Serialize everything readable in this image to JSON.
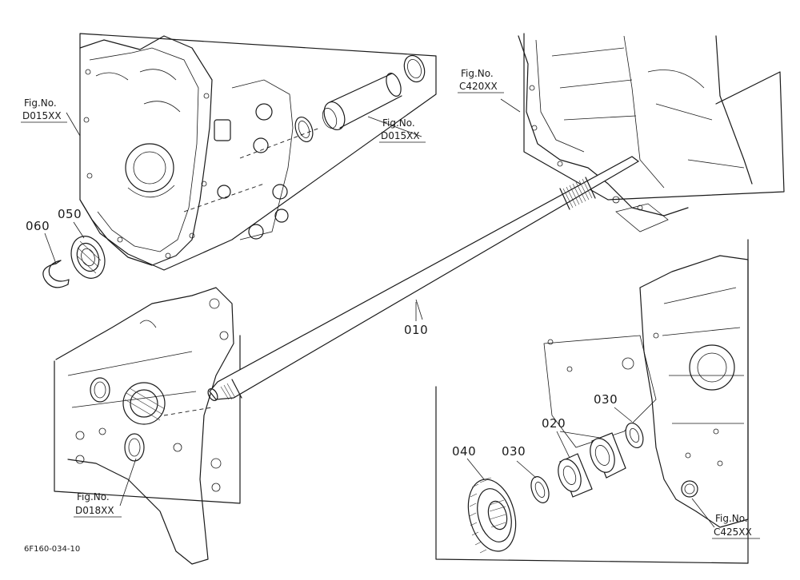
{
  "parts": {
    "p010": "010",
    "p020": "020",
    "p030a": "030",
    "p030b": "030",
    "p040": "040",
    "p050": "050",
    "p060": "060"
  },
  "figs": {
    "f1_line1": "Fig.No.",
    "f1_line2": "D015XX",
    "f2_line1": "Fig.No.",
    "f2_line2": "D015XX",
    "f3_line1": "Fig.No.",
    "f3_line2": "C420XX",
    "f4_line1": "Fig.No.",
    "f4_line2": "D018XX",
    "f5_line1": "Fig.No.",
    "f5_line2": "C425XX"
  },
  "drawing_code": "6F160-034-10"
}
